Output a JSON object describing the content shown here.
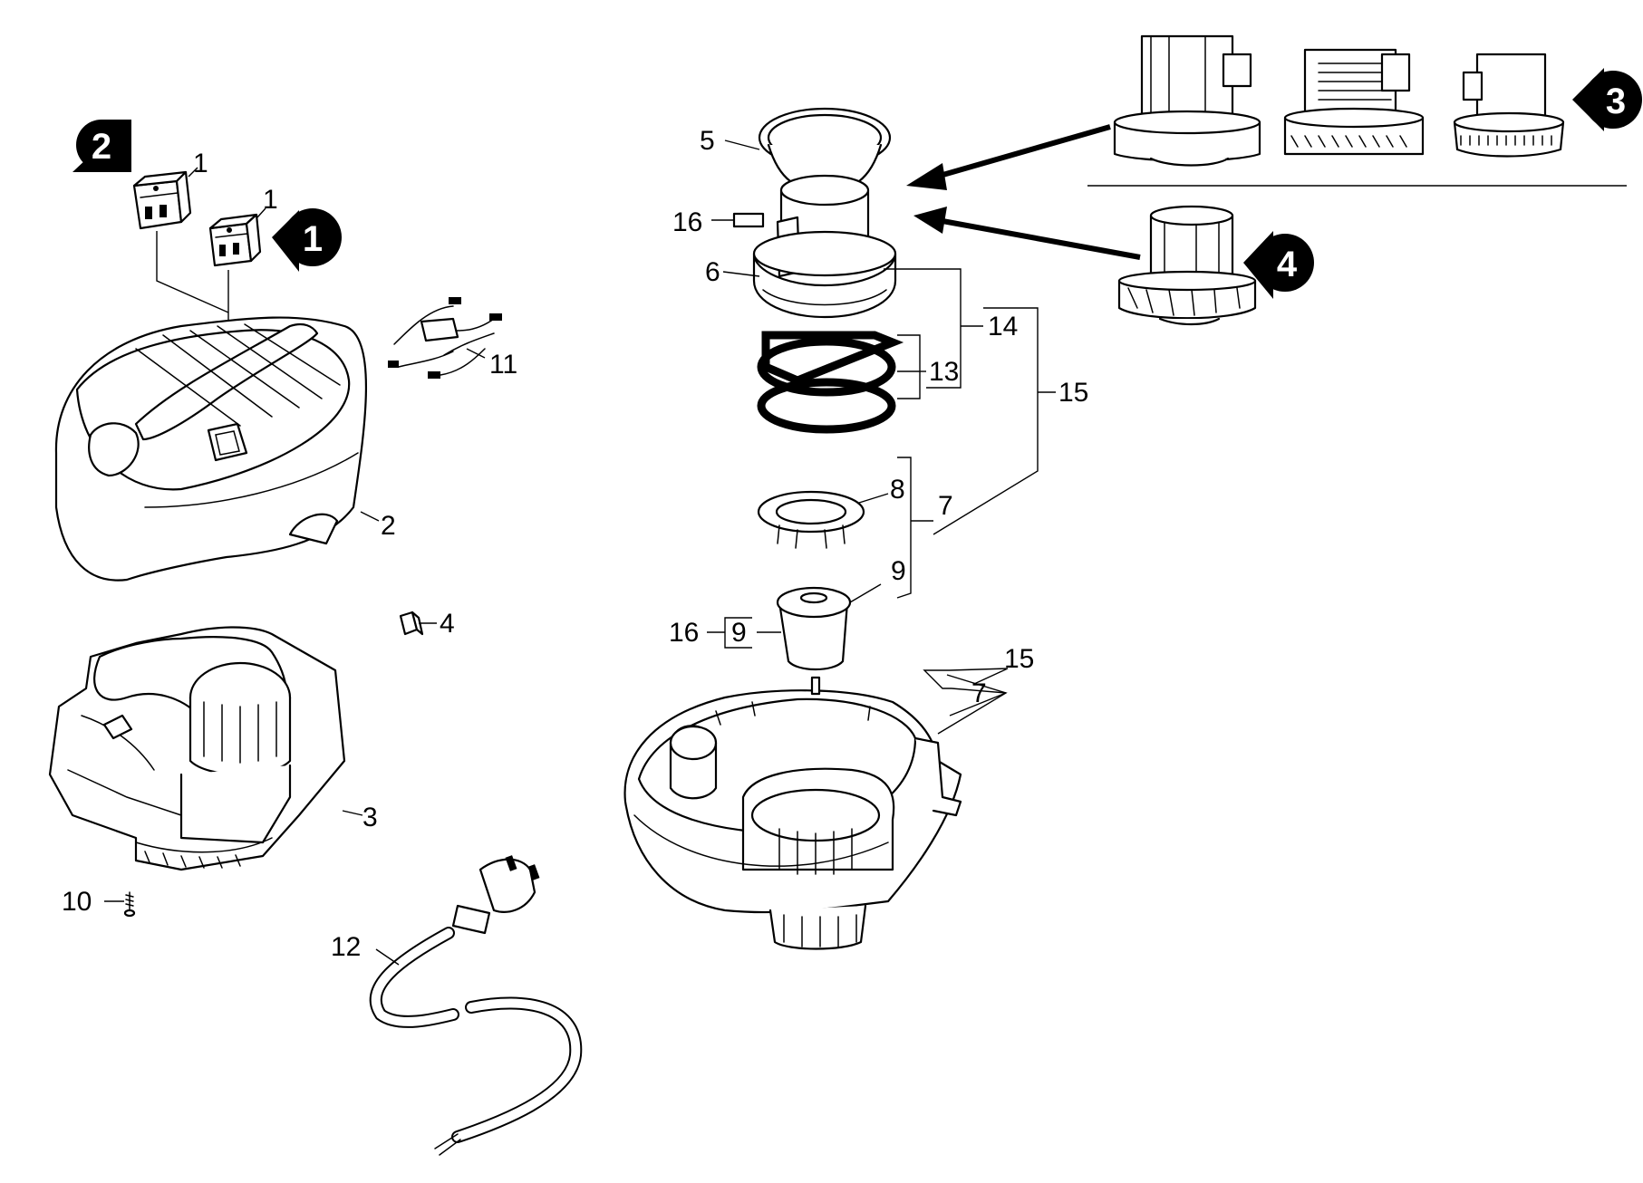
{
  "diagram": {
    "callouts": {
      "c1a": "1",
      "c1b": "1",
      "c2": "2",
      "c3": "3",
      "c4": "4",
      "c5": "5",
      "c6": "6",
      "c7a": "7",
      "c7b": "7",
      "c8": "8",
      "c9a": "9",
      "c9b": "9",
      "c10": "10",
      "c11": "11",
      "c12": "12",
      "c13": "13",
      "c14": "14",
      "c15a": "15",
      "c15b": "15",
      "c16a": "16",
      "c16b": "16"
    },
    "badges": {
      "b1": "1",
      "b2": "2",
      "b3": "3",
      "b4": "4"
    },
    "colors": {
      "ink": "#000000",
      "paper": "#ffffff"
    }
  }
}
